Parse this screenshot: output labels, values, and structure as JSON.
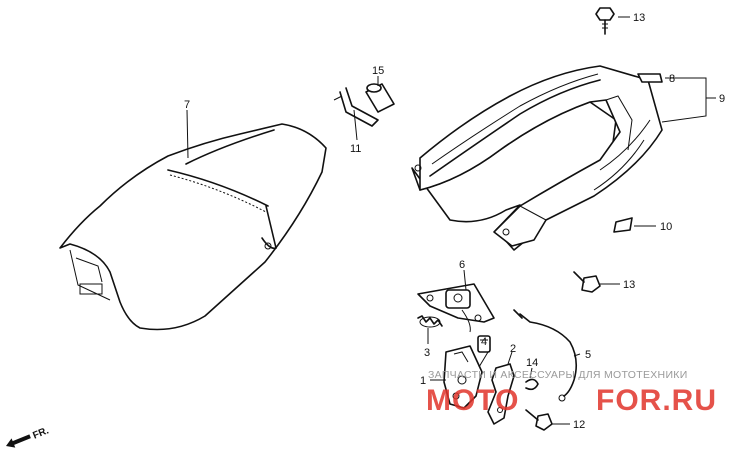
{
  "callouts": {
    "c1": "1",
    "c2": "2",
    "c3": "3",
    "c4": "4",
    "c5": "5",
    "c6": "6",
    "c7": "7",
    "c8": "8",
    "c9": "9",
    "c10": "10",
    "c11": "11",
    "c12": "12",
    "c13a": "13",
    "c13b": "13",
    "c14": "14",
    "c15": "15"
  },
  "direction_label": "FR.",
  "watermark": {
    "tagline": "ЗАПЧАСТИ И АКСЕССУАРЫ ДЛЯ МОТОТЕХНИКИ",
    "brand": "FOR.RU"
  }
}
